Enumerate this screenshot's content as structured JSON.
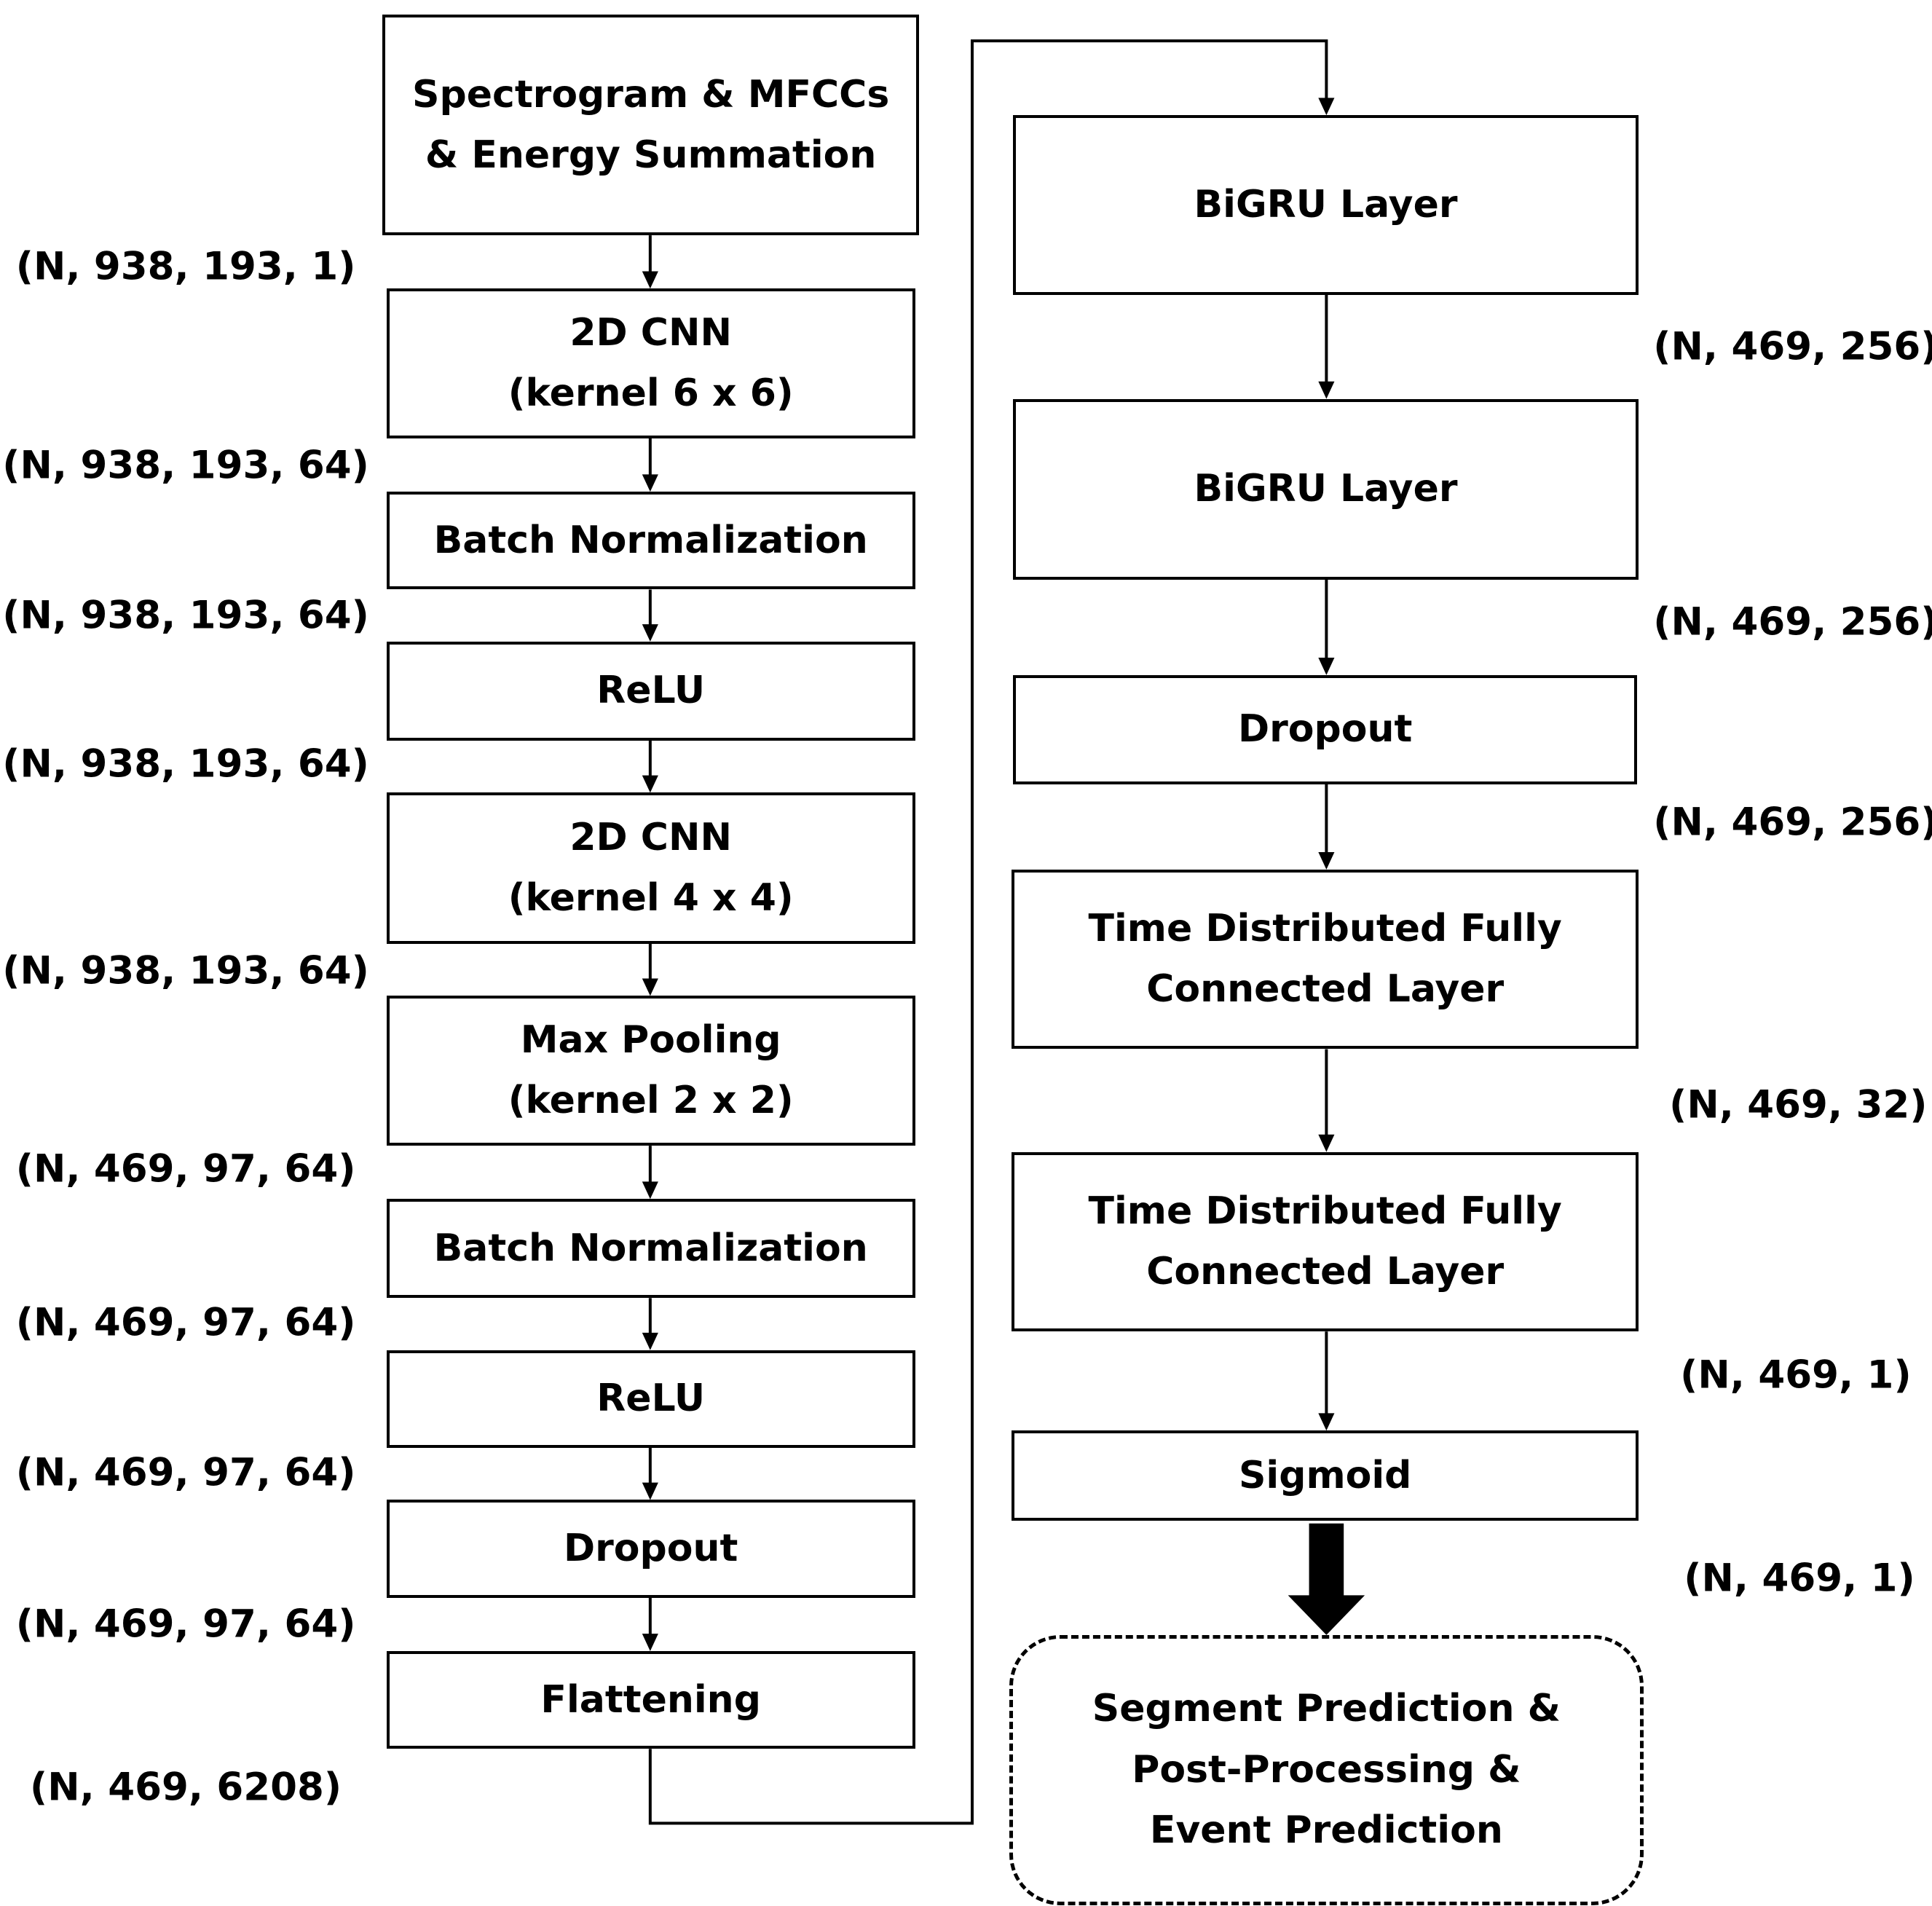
{
  "left_column": [
    {
      "id": "input",
      "label": "Spectrogram & MFCCs\n& Energy Summation"
    },
    {
      "id": "cnn1",
      "label": "2D CNN\n(kernel 6 x 6)"
    },
    {
      "id": "bn1",
      "label": "Batch Normalization"
    },
    {
      "id": "relu1",
      "label": "ReLU"
    },
    {
      "id": "cnn2",
      "label": "2D CNN\n(kernel 4 x 4)"
    },
    {
      "id": "pool",
      "label": "Max Pooling\n(kernel 2 x 2)"
    },
    {
      "id": "bn2",
      "label": "Batch Normalization"
    },
    {
      "id": "relu2",
      "label": "ReLU"
    },
    {
      "id": "dropout1",
      "label": "Dropout"
    },
    {
      "id": "flatten",
      "label": "Flattening"
    }
  ],
  "left_shapes": [
    "(N, 938, 193, 1)",
    "(N, 938, 193, 64)",
    "(N, 938, 193, 64)",
    "(N, 938, 193, 64)",
    "(N, 938, 193, 64)",
    "(N, 469, 97, 64)",
    "(N, 469, 97, 64)",
    "(N, 469, 97, 64)",
    "(N, 469, 97, 64)",
    "(N, 469, 6208)"
  ],
  "right_column": [
    {
      "id": "bigru1",
      "label": "BiGRU Layer"
    },
    {
      "id": "bigru2",
      "label": "BiGRU Layer"
    },
    {
      "id": "dropout2",
      "label": "Dropout"
    },
    {
      "id": "fc1",
      "label": "Time Distributed Fully\nConnected Layer"
    },
    {
      "id": "fc2",
      "label": "Time Distributed Fully\nConnected Layer"
    },
    {
      "id": "sigmoid",
      "label": "Sigmoid"
    }
  ],
  "right_shapes": [
    "(N, 469, 256)",
    "(N, 469, 256)",
    "(N, 469, 256)",
    "(N, 469, 32)",
    "(N, 469, 1)",
    "(N, 469, 1)"
  ],
  "output": {
    "label": "Segment Prediction &\nPost-Processing &\nEvent Prediction"
  }
}
